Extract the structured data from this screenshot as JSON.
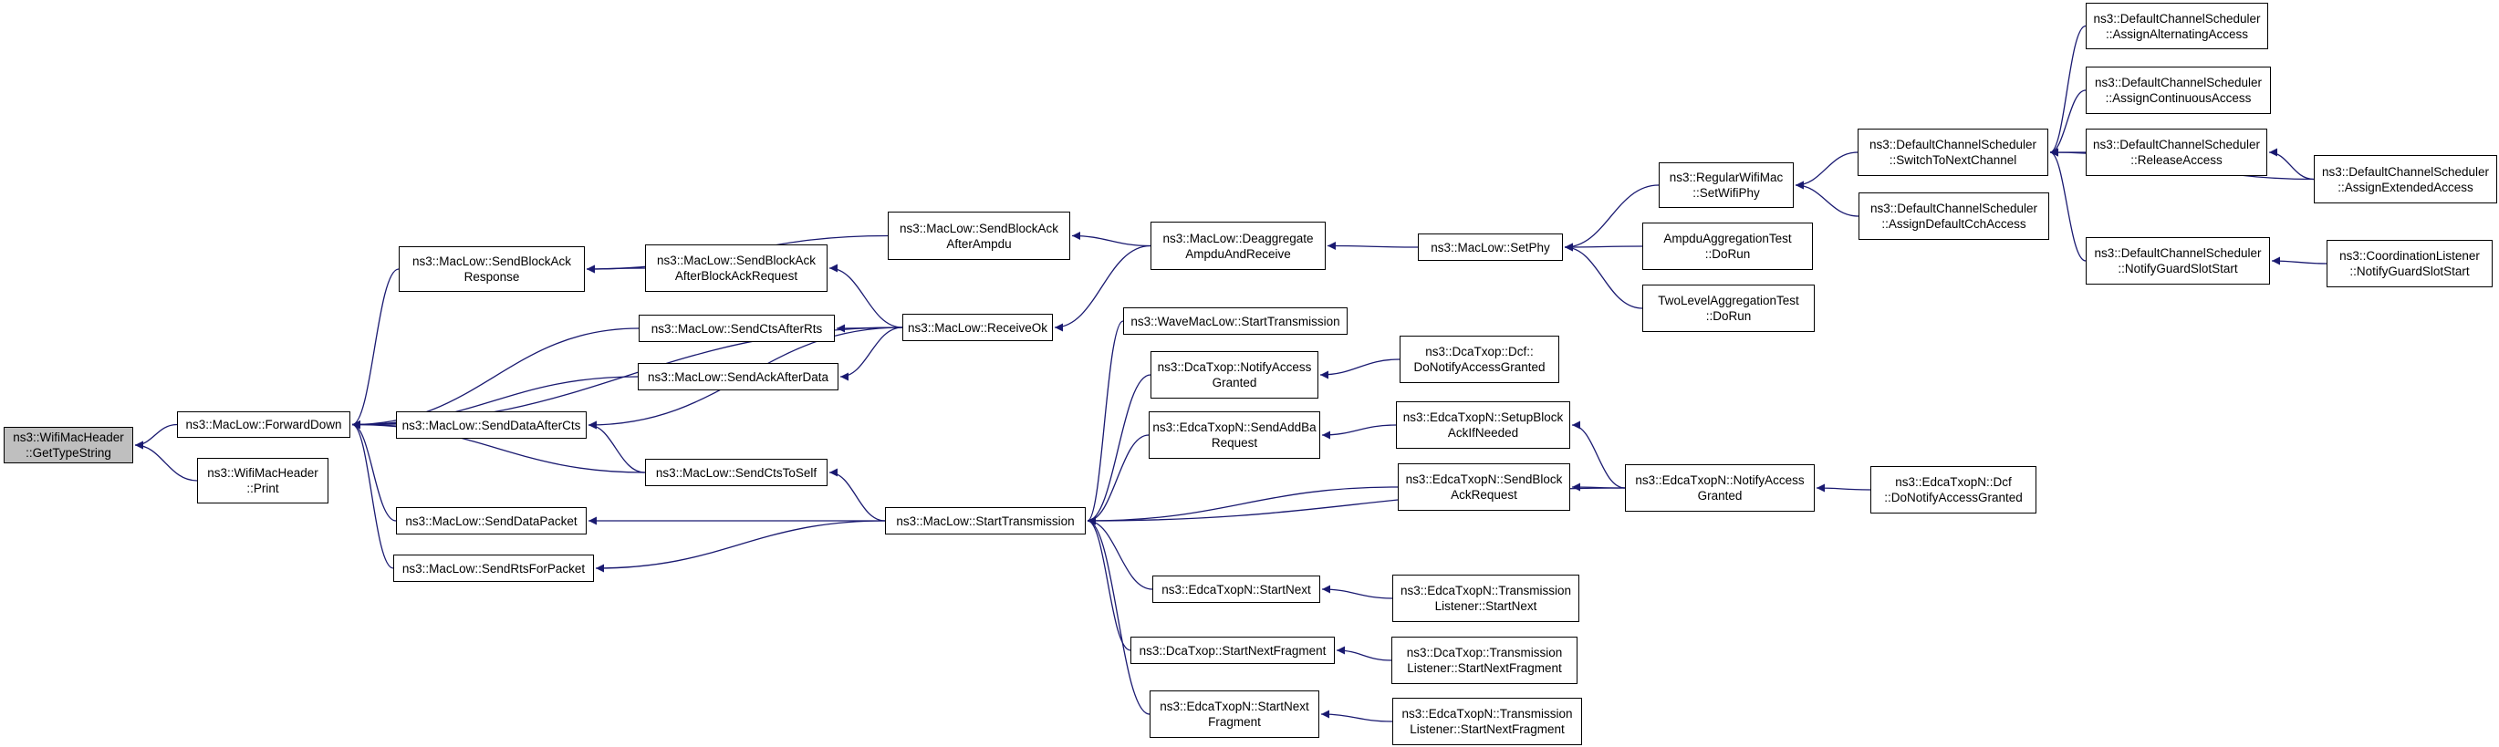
{
  "colors": {
    "edge": "#191970",
    "node_border": "#000000",
    "node_fill": "#ffffff",
    "root_fill": "#bfbfbf"
  },
  "nodes": [
    {
      "id": "getTypeString",
      "lines": [
        "ns3::WifiMacHeader",
        "::GetTypeString"
      ],
      "root": true
    },
    {
      "id": "forwardDown",
      "lines": [
        "ns3::MacLow::ForwardDown"
      ]
    },
    {
      "id": "wifiPrint",
      "lines": [
        "ns3::WifiMacHeader",
        "::Print"
      ]
    },
    {
      "id": "sendBlockAckResponse",
      "lines": [
        "ns3::MacLow::SendBlockAck",
        "Response"
      ]
    },
    {
      "id": "sendCtsAfterRts",
      "lines": [
        "ns3::MacLow::SendCtsAfterRts"
      ]
    },
    {
      "id": "sendAckAfterData",
      "lines": [
        "ns3::MacLow::SendAckAfterData"
      ]
    },
    {
      "id": "sendDataAfterCts",
      "lines": [
        "ns3::MacLow::SendDataAfterCts"
      ]
    },
    {
      "id": "sendCtsToSelf",
      "lines": [
        "ns3::MacLow::SendCtsToSelf"
      ]
    },
    {
      "id": "sendDataPacket",
      "lines": [
        "ns3::MacLow::SendDataPacket"
      ]
    },
    {
      "id": "sendRtsForPacket",
      "lines": [
        "ns3::MacLow::SendRtsForPacket"
      ]
    },
    {
      "id": "sendBlockAckAfterBlockAckRequest",
      "lines": [
        "ns3::MacLow::SendBlockAck",
        "AfterBlockAckRequest"
      ]
    },
    {
      "id": "sendBlockAckAfterAmpdu",
      "lines": [
        "ns3::MacLow::SendBlockAck",
        "AfterAmpdu"
      ]
    },
    {
      "id": "receiveOk",
      "lines": [
        "ns3::MacLow::ReceiveOk"
      ]
    },
    {
      "id": "deaggregate",
      "lines": [
        "ns3::MacLow::Deaggregate",
        "AmpduAndReceive"
      ]
    },
    {
      "id": "startTransmission",
      "lines": [
        "ns3::MacLow::StartTransmission"
      ]
    },
    {
      "id": "waveStartTransmission",
      "lines": [
        "ns3::WaveMacLow::StartTransmission"
      ]
    },
    {
      "id": "dcaNotifyAccessGranted",
      "lines": [
        "ns3::DcaTxop::NotifyAccess",
        "Granted"
      ]
    },
    {
      "id": "edcaSendAddBaRequest",
      "lines": [
        "ns3::EdcaTxopN::SendAddBa",
        "Request"
      ]
    },
    {
      "id": "edcaStartNext",
      "lines": [
        "ns3::EdcaTxopN::StartNext"
      ]
    },
    {
      "id": "dcaStartNextFragment",
      "lines": [
        "ns3::DcaTxop::StartNextFragment"
      ]
    },
    {
      "id": "edcaStartNextFragment",
      "lines": [
        "ns3::EdcaTxopN::StartNext",
        "Fragment"
      ]
    },
    {
      "id": "setPhy",
      "lines": [
        "ns3::MacLow::SetPhy"
      ]
    },
    {
      "id": "dcaDcfDoNotify",
      "lines": [
        "ns3::DcaTxop::Dcf::",
        "DoNotifyAccessGranted"
      ]
    },
    {
      "id": "edcaSetupBlockAck",
      "lines": [
        "ns3::EdcaTxopN::SetupBlock",
        "AckIfNeeded"
      ]
    },
    {
      "id": "edcaSendBlockAckRequest",
      "lines": [
        "ns3::EdcaTxopN::SendBlock",
        "AckRequest"
      ]
    },
    {
      "id": "edcaTlStartNext",
      "lines": [
        "ns3::EdcaTxopN::Transmission",
        "Listener::StartNext"
      ]
    },
    {
      "id": "dcaTlStartNextFragment",
      "lines": [
        "ns3::DcaTxop::Transmission",
        "Listener::StartNextFragment"
      ]
    },
    {
      "id": "edcaTlStartNextFragment",
      "lines": [
        "ns3::EdcaTxopN::Transmission",
        "Listener::StartNextFragment"
      ]
    },
    {
      "id": "regularSetWifiPhy",
      "lines": [
        "ns3::RegularWifiMac",
        "::SetWifiPhy"
      ]
    },
    {
      "id": "ampduAggregationTest",
      "lines": [
        "AmpduAggregationTest",
        "::DoRun"
      ]
    },
    {
      "id": "twoLevelAggregationTest",
      "lines": [
        "TwoLevelAggregationTest",
        "::DoRun"
      ]
    },
    {
      "id": "edcaNotifyAccessGranted",
      "lines": [
        "ns3::EdcaTxopN::NotifyAccess",
        "Granted"
      ]
    },
    {
      "id": "switchToNextChannel",
      "lines": [
        "ns3::DefaultChannelScheduler",
        "::SwitchToNextChannel"
      ]
    },
    {
      "id": "assignDefaultCch",
      "lines": [
        "ns3::DefaultChannelScheduler",
        "::AssignDefaultCchAccess"
      ]
    },
    {
      "id": "edcaDcfDoNotify",
      "lines": [
        "ns3::EdcaTxopN::Dcf",
        "::DoNotifyAccessGranted"
      ]
    },
    {
      "id": "assignAlternating",
      "lines": [
        "ns3::DefaultChannelScheduler",
        "::AssignAlternatingAccess"
      ]
    },
    {
      "id": "assignContinuous",
      "lines": [
        "ns3::DefaultChannelScheduler",
        "::AssignContinuousAccess"
      ]
    },
    {
      "id": "releaseAccess",
      "lines": [
        "ns3::DefaultChannelScheduler",
        "::ReleaseAccess"
      ]
    },
    {
      "id": "notifyGuardSlotStart",
      "lines": [
        "ns3::DefaultChannelScheduler",
        "::NotifyGuardSlotStart"
      ]
    },
    {
      "id": "assignExtended",
      "lines": [
        "ns3::DefaultChannelScheduler",
        "::AssignExtendedAccess"
      ]
    },
    {
      "id": "coordNotifyGuardSlotStart",
      "lines": [
        "ns3::CoordinationListener",
        "::NotifyGuardSlotStart"
      ]
    }
  ],
  "edges": [
    {
      "from": "getTypeString",
      "to": "forwardDown"
    },
    {
      "from": "getTypeString",
      "to": "wifiPrint"
    },
    {
      "from": "forwardDown",
      "to": "sendBlockAckResponse"
    },
    {
      "from": "forwardDown",
      "to": "sendCtsAfterRts"
    },
    {
      "from": "forwardDown",
      "to": "sendAckAfterData"
    },
    {
      "from": "forwardDown",
      "to": "sendDataAfterCts"
    },
    {
      "from": "forwardDown",
      "to": "sendCtsToSelf"
    },
    {
      "from": "forwardDown",
      "to": "sendDataPacket"
    },
    {
      "from": "forwardDown",
      "to": "sendRtsForPacket"
    },
    {
      "from": "forwardDown",
      "to": "receiveOk"
    },
    {
      "from": "sendBlockAckResponse",
      "to": "sendBlockAckAfterBlockAckRequest"
    },
    {
      "from": "sendBlockAckResponse",
      "to": "sendBlockAckAfterAmpdu"
    },
    {
      "from": "sendCtsAfterRts",
      "to": "receiveOk"
    },
    {
      "from": "sendAckAfterData",
      "to": "receiveOk"
    },
    {
      "from": "sendDataAfterCts",
      "to": "receiveOk"
    },
    {
      "from": "sendDataAfterCts",
      "to": "sendCtsToSelf"
    },
    {
      "from": "sendBlockAckAfterBlockAckRequest",
      "to": "receiveOk"
    },
    {
      "from": "sendBlockAckAfterAmpdu",
      "to": "deaggregate"
    },
    {
      "from": "receiveOk",
      "to": "deaggregate"
    },
    {
      "from": "sendCtsToSelf",
      "to": "startTransmission"
    },
    {
      "from": "sendDataPacket",
      "to": "startTransmission"
    },
    {
      "from": "sendRtsForPacket",
      "to": "startTransmission"
    },
    {
      "from": "deaggregate",
      "to": "setPhy"
    },
    {
      "from": "startTransmission",
      "to": "waveStartTransmission"
    },
    {
      "from": "startTransmission",
      "to": "dcaNotifyAccessGranted"
    },
    {
      "from": "startTransmission",
      "to": "edcaSendAddBaRequest"
    },
    {
      "from": "startTransmission",
      "to": "edcaSendBlockAckRequest"
    },
    {
      "from": "startTransmission",
      "to": "edcaNotifyAccessGranted"
    },
    {
      "from": "startTransmission",
      "to": "edcaStartNext"
    },
    {
      "from": "startTransmission",
      "to": "dcaStartNextFragment"
    },
    {
      "from": "startTransmission",
      "to": "edcaStartNextFragment"
    },
    {
      "from": "dcaNotifyAccessGranted",
      "to": "dcaDcfDoNotify"
    },
    {
      "from": "edcaSendAddBaRequest",
      "to": "edcaSetupBlockAck"
    },
    {
      "from": "edcaSetupBlockAck",
      "to": "edcaNotifyAccessGranted"
    },
    {
      "from": "edcaSendBlockAckRequest",
      "to": "edcaNotifyAccessGranted"
    },
    {
      "from": "edcaNotifyAccessGranted",
      "to": "edcaDcfDoNotify"
    },
    {
      "from": "edcaStartNext",
      "to": "edcaTlStartNext"
    },
    {
      "from": "dcaStartNextFragment",
      "to": "dcaTlStartNextFragment"
    },
    {
      "from": "edcaStartNextFragment",
      "to": "edcaTlStartNextFragment"
    },
    {
      "from": "setPhy",
      "to": "regularSetWifiPhy"
    },
    {
      "from": "setPhy",
      "to": "ampduAggregationTest"
    },
    {
      "from": "setPhy",
      "to": "twoLevelAggregationTest"
    },
    {
      "from": "regularSetWifiPhy",
      "to": "switchToNextChannel"
    },
    {
      "from": "regularSetWifiPhy",
      "to": "assignDefaultCch"
    },
    {
      "from": "switchToNextChannel",
      "to": "assignAlternating"
    },
    {
      "from": "switchToNextChannel",
      "to": "assignContinuous"
    },
    {
      "from": "switchToNextChannel",
      "to": "releaseAccess"
    },
    {
      "from": "switchToNextChannel",
      "to": "notifyGuardSlotStart"
    },
    {
      "from": "switchToNextChannel",
      "to": "assignExtended"
    },
    {
      "from": "releaseAccess",
      "to": "assignExtended"
    },
    {
      "from": "notifyGuardSlotStart",
      "to": "coordNotifyGuardSlotStart"
    }
  ]
}
